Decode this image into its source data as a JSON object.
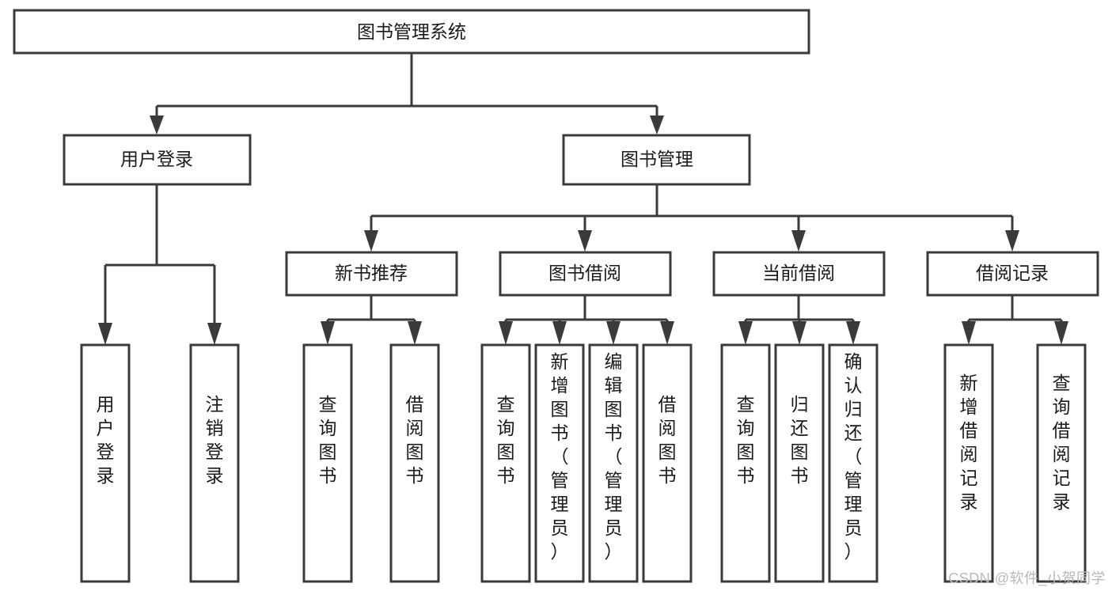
{
  "diagram": {
    "title": "图书管理系统",
    "type": "tree-hierarchy-diagram",
    "colors": {
      "box_stroke": "#3a3a3a",
      "box_fill": "#ffffff",
      "text": "#1a1a1a",
      "background": "#ffffff",
      "watermark": "#b9b9b9"
    },
    "root": {
      "label": "图书管理系统"
    },
    "level2": [
      {
        "label": "用户登录"
      },
      {
        "label": "图书管理"
      }
    ],
    "level3": [
      {
        "label": "新书推荐"
      },
      {
        "label": "图书借阅"
      },
      {
        "label": "当前借阅"
      },
      {
        "label": "借阅记录"
      }
    ],
    "leaves": {
      "user_login": [
        {
          "label": "用户登录"
        },
        {
          "label": "注销登录"
        }
      ],
      "new_book_recommend": [
        {
          "label": "查询图书"
        },
        {
          "label": "借阅图书"
        }
      ],
      "book_borrow": [
        {
          "label": "查询图书"
        },
        {
          "label": "新增图书（管理员）"
        },
        {
          "label": "编辑图书（管理员）"
        },
        {
          "label": "借阅图书"
        }
      ],
      "current_borrow": [
        {
          "label": "查询图书"
        },
        {
          "label": "归还图书"
        },
        {
          "label": "确认归还（管理员）"
        }
      ],
      "borrow_records": [
        {
          "label": "新增借阅记录"
        },
        {
          "label": "查询借阅记录"
        }
      ]
    }
  },
  "watermark": {
    "text": "CSDN @软件_小贺同学"
  }
}
